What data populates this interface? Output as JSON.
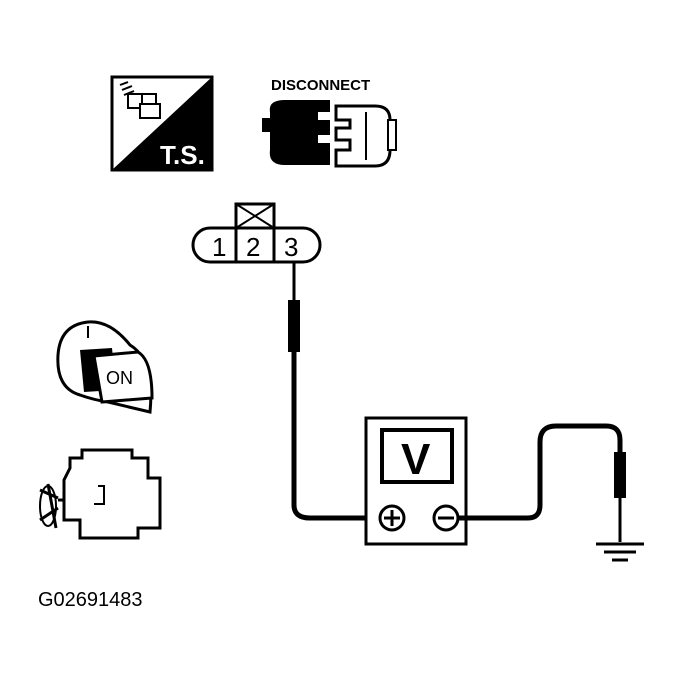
{
  "icons": {
    "ts_label": "T.S.",
    "disconnect_label": "DISCONNECT",
    "ignition_label": "ON"
  },
  "connector": {
    "pins": [
      "1",
      "2",
      "3"
    ]
  },
  "meter": {
    "label": "V",
    "plus": "+",
    "minus": "−"
  },
  "figure_id": "G02691483"
}
